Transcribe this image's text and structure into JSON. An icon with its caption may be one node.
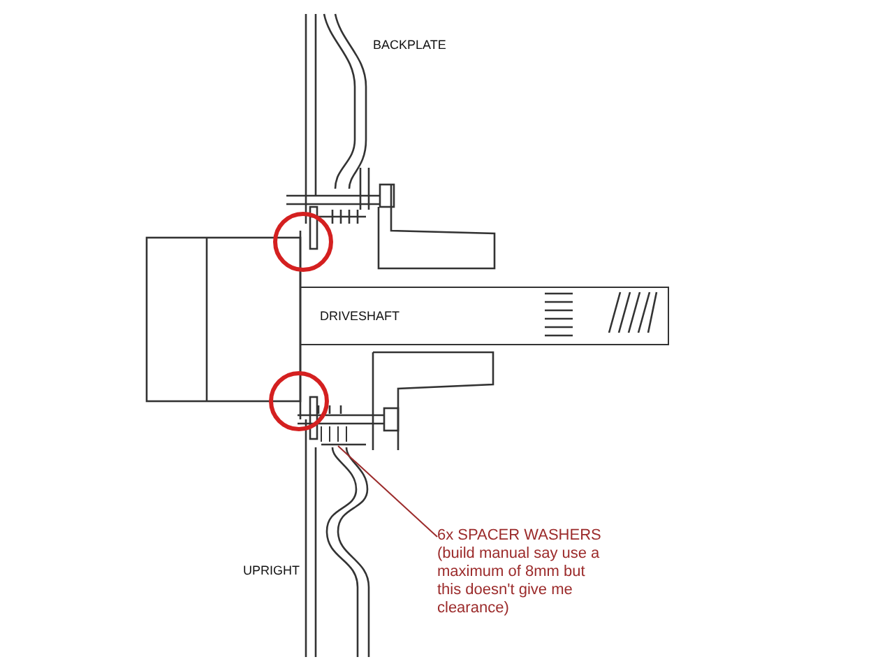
{
  "diagram": {
    "nodes": [
      {
        "text": [
          "DRIVESHAFT"
        ]
      },
      {
        "text": [
          "6x SPACER WASHERS (build manual say use a maximum of 8mm but this doesn't give me clearance)"
        ]
      },
      {
        "text": [],
        "shape": "picture"
      }
    ],
    "edges": [
      {
        "from": 1,
        "to": 2,
        "arrow": "none",
        "color": "#9b2a2a"
      }
    ],
    "labels": [
      "BACKPLATE",
      "UPRIGHT"
    ]
  }
}
